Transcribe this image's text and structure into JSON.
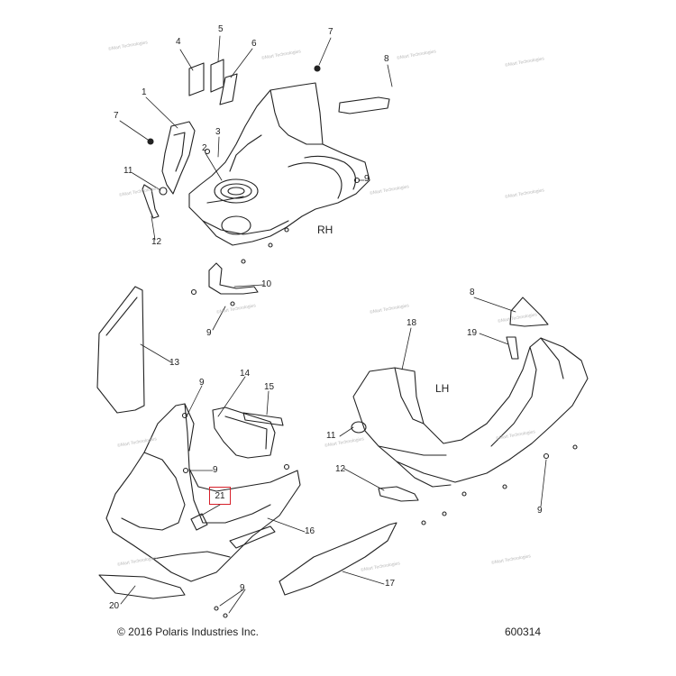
{
  "diagram": {
    "side_labels": {
      "rh": "RH",
      "lh": "LH"
    },
    "callouts": {
      "c1": "1",
      "c2": "2",
      "c3": "3",
      "c4": "4",
      "c5": "5",
      "c6": "6",
      "c7a": "7",
      "c7b": "7",
      "c8a": "8",
      "c8b": "8",
      "c9a": "9",
      "c9b": "9",
      "c9c": "9",
      "c9d": "9",
      "c9e": "9",
      "c10": "10",
      "c11a": "11",
      "c11b": "11",
      "c12a": "12",
      "c12b": "12",
      "c13": "13",
      "c14": "14",
      "c15": "15",
      "c16": "16",
      "c17": "17",
      "c18": "18",
      "c19": "19",
      "c20": "20",
      "c21": "21"
    },
    "watermark": "©Mart Technologies",
    "highlight_color": "#d6202a"
  },
  "footer": {
    "copyright": "© 2016 Polaris Industries Inc.",
    "drawing_number": "600314"
  }
}
